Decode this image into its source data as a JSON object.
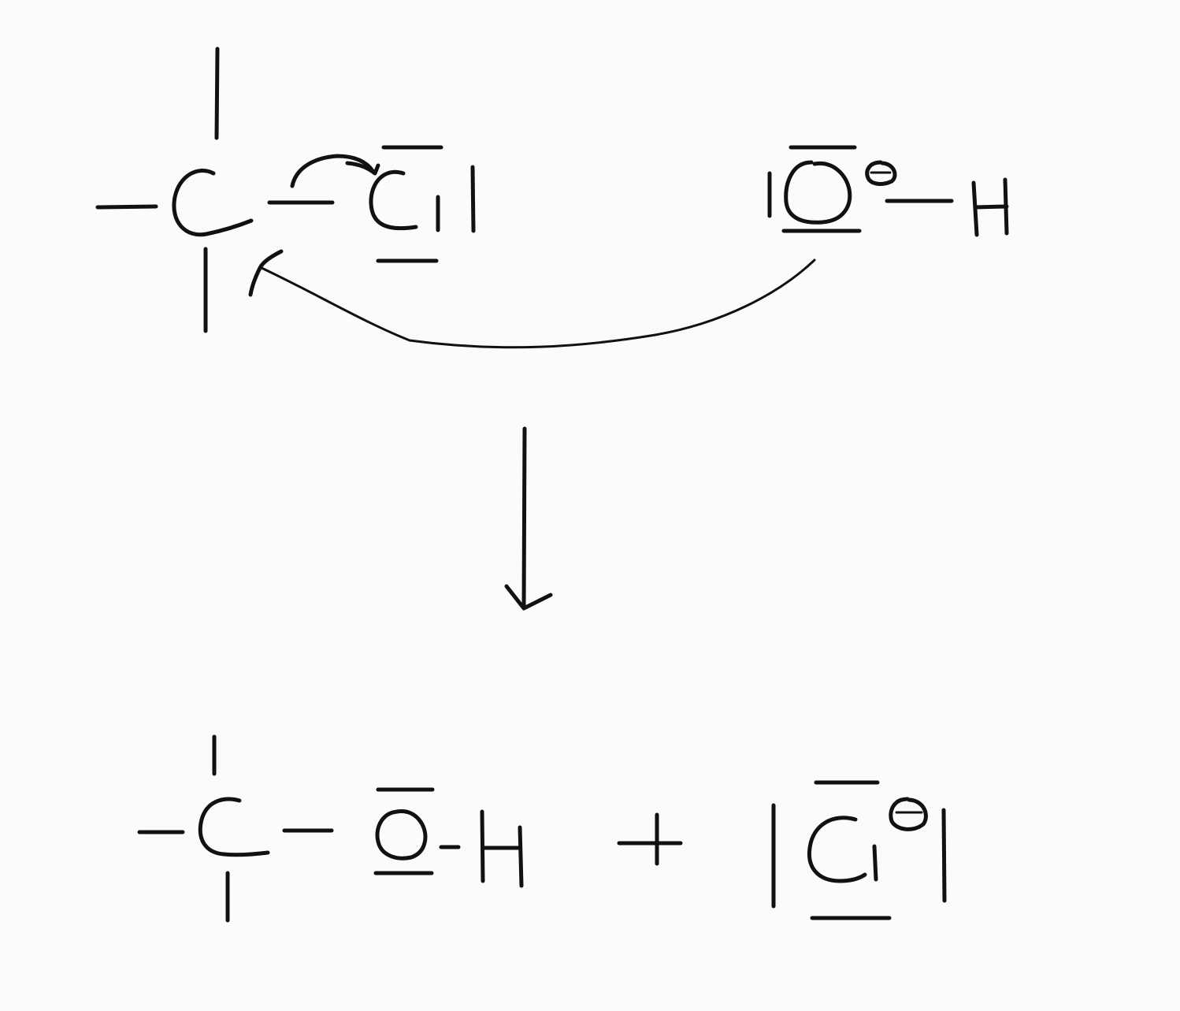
{
  "canvas": {
    "background": "#fbfbfb",
    "ink_color": "#111111"
  },
  "reactants": {
    "carbon_symbol": "C",
    "leaving_group_symbol": "Cl",
    "nucleophile_oxygen_symbol": "O",
    "nucleophile_charge": "−",
    "nucleophile_hydrogen_symbol": "H"
  },
  "products": {
    "carbon_symbol": "C",
    "oxygen_symbol": "O",
    "hydrogen_symbol": "H",
    "plus_sign": "+",
    "chloride_symbol": "Cl",
    "chloride_charge": "−"
  }
}
